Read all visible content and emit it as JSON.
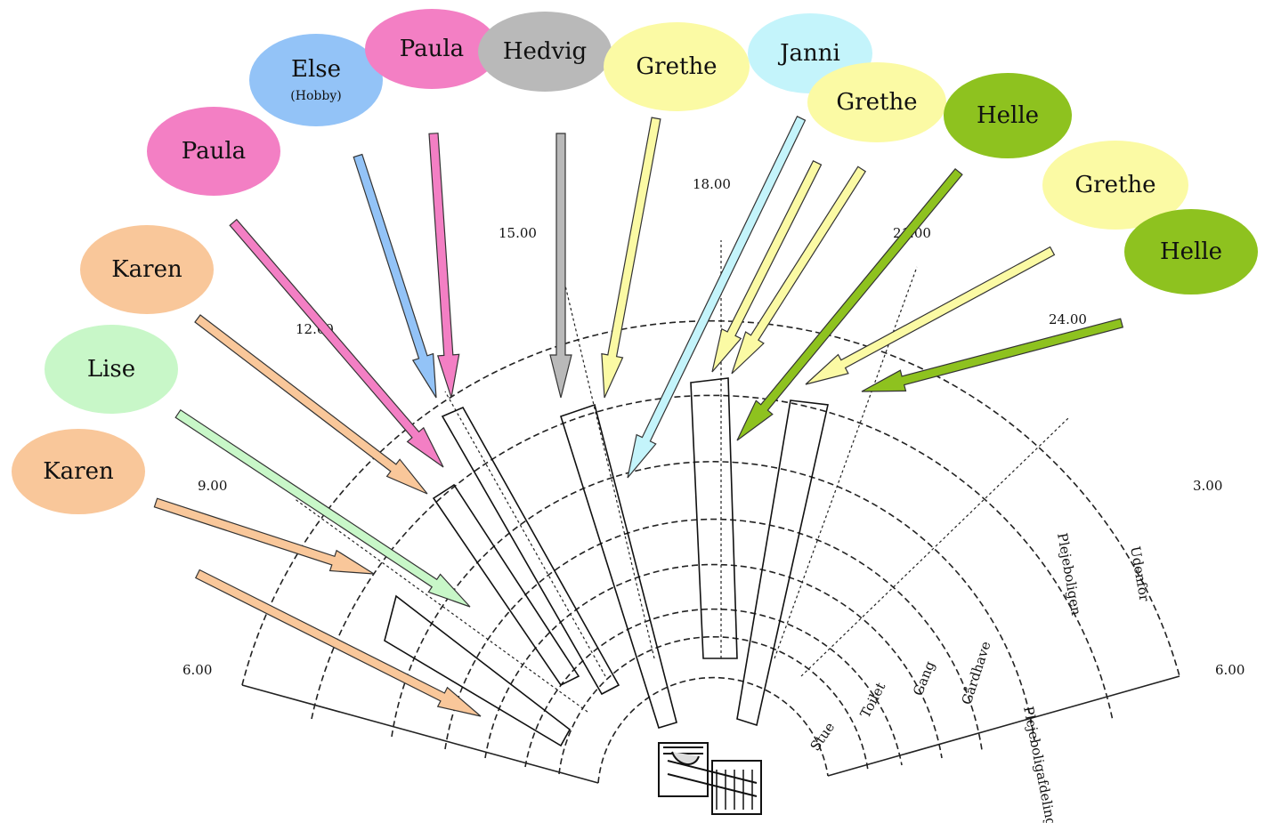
{
  "diagram": {
    "time_labels": [
      "6.00",
      "9.00",
      "12.00",
      "15.00",
      "18.00",
      "21.00",
      "24.00",
      "3.00",
      "6.00"
    ],
    "zones": [
      "Stue",
      "Toilet",
      "Gang",
      "Gårdhave",
      "Plejeboligafdelingen",
      "Plejeboligen",
      "Udenfor"
    ],
    "people": [
      {
        "name": "Karen",
        "sub": "",
        "color": "#f9c79a"
      },
      {
        "name": "Lise",
        "sub": "",
        "color": "#c8f7c8"
      },
      {
        "name": "Karen",
        "sub": "",
        "color": "#f9c79a"
      },
      {
        "name": "Paula",
        "sub": "",
        "color": "#f37fc4"
      },
      {
        "name": "Else",
        "sub": "(Hobby)",
        "color": "#93c3f7"
      },
      {
        "name": "Paula",
        "sub": "",
        "color": "#f37fc4"
      },
      {
        "name": "Hedvig",
        "sub": "",
        "color": "#b9b9b9"
      },
      {
        "name": "Grethe",
        "sub": "",
        "color": "#fbfaa4"
      },
      {
        "name": "Janni",
        "sub": "",
        "color": "#c4f4fb"
      },
      {
        "name": "Grethe",
        "sub": "",
        "color": "#fbfaa4"
      },
      {
        "name": "Helle",
        "sub": "",
        "color": "#8ec21f"
      },
      {
        "name": "Grethe",
        "sub": "",
        "color": "#fbfaa4"
      },
      {
        "name": "Helle",
        "sub": "",
        "color": "#8ec21f"
      }
    ],
    "center_icon": "bed-icon"
  }
}
